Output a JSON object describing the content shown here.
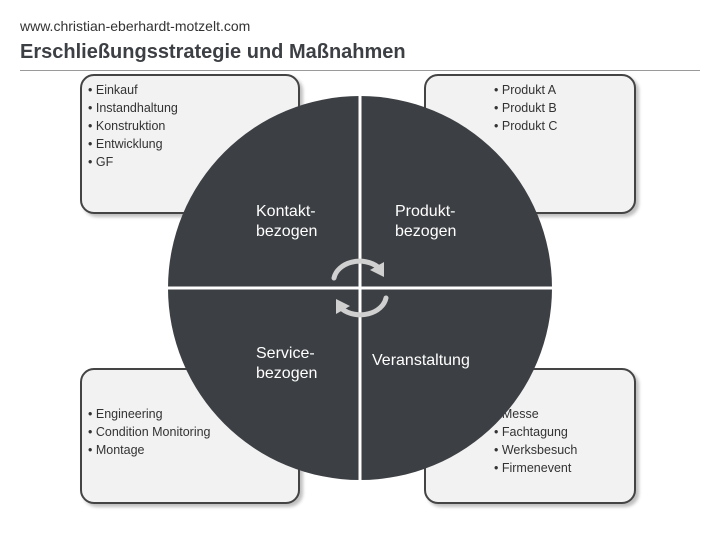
{
  "header": {
    "site_url": "www.christian-eberhardt-motzelt.com",
    "title": "Erschließungsstrategie und Maßnahmen"
  },
  "quadrants": {
    "top_left": {
      "label": "Kontakt-\nbezogen",
      "items": [
        "Einkauf",
        "Instandhaltung",
        "Konstruktion",
        "Entwicklung",
        "GF"
      ]
    },
    "top_right": {
      "label": "Produkt-\nbezogen",
      "items": [
        "Produkt A",
        "Produkt B",
        "Produkt C"
      ]
    },
    "bottom_left": {
      "label": "Service-\nbezogen",
      "items": [
        "Engineering",
        "Condition Monitoring",
        "Montage"
      ]
    },
    "bottom_right": {
      "label": "Veranstaltung",
      "items": [
        "Messe",
        "Fachtagung",
        "Werksbesuch",
        "Firmenevent"
      ]
    }
  },
  "colors": {
    "wheel": "#3c3f43",
    "box_fill": "#f2f2f2",
    "box_border": "#444444",
    "arrow": "#bdbdbd"
  },
  "icons": {
    "center": "cycle-arrows-icon"
  }
}
